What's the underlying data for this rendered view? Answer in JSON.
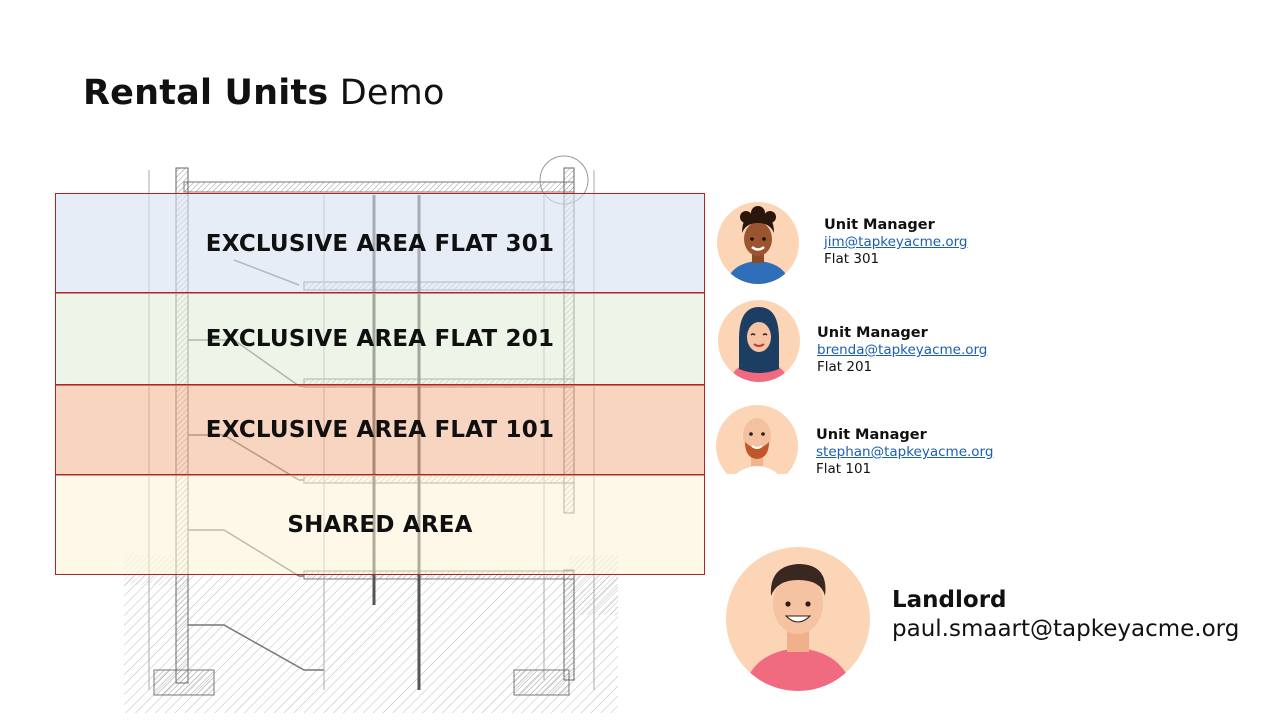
{
  "title": {
    "bold": "Rental Units",
    "regular": "Demo"
  },
  "zones": {
    "flat_301": "EXCLUSIVE AREA FLAT 301",
    "flat_201": "EXCLUSIVE AREA FLAT 201",
    "flat_101": "EXCLUSIVE AREA FLAT 101",
    "shared": "SHARED AREA"
  },
  "managers": [
    {
      "role": "Unit Manager",
      "email": "jim@tapkeyacme.org",
      "flat": "Flat 301"
    },
    {
      "role": "Unit Manager",
      "email": "brenda@tapkeyacme.org",
      "flat": "Flat 201"
    },
    {
      "role": "Unit Manager",
      "email": "stephan@tapkeyacme.org",
      "flat": "Flat 101"
    }
  ],
  "landlord": {
    "role": "Landlord",
    "email": "paul.smaart@tapkeyacme.org"
  },
  "colors": {
    "zone_border": "#b22222",
    "flat_301_fill": "#d6e2f2",
    "flat_201_fill": "#dcecd6",
    "flat_101_fill": "#f3b28c",
    "shared_fill": "#fdf2d7",
    "link": "#1a5fb4",
    "avatar_bg": "#fbd5b5"
  }
}
